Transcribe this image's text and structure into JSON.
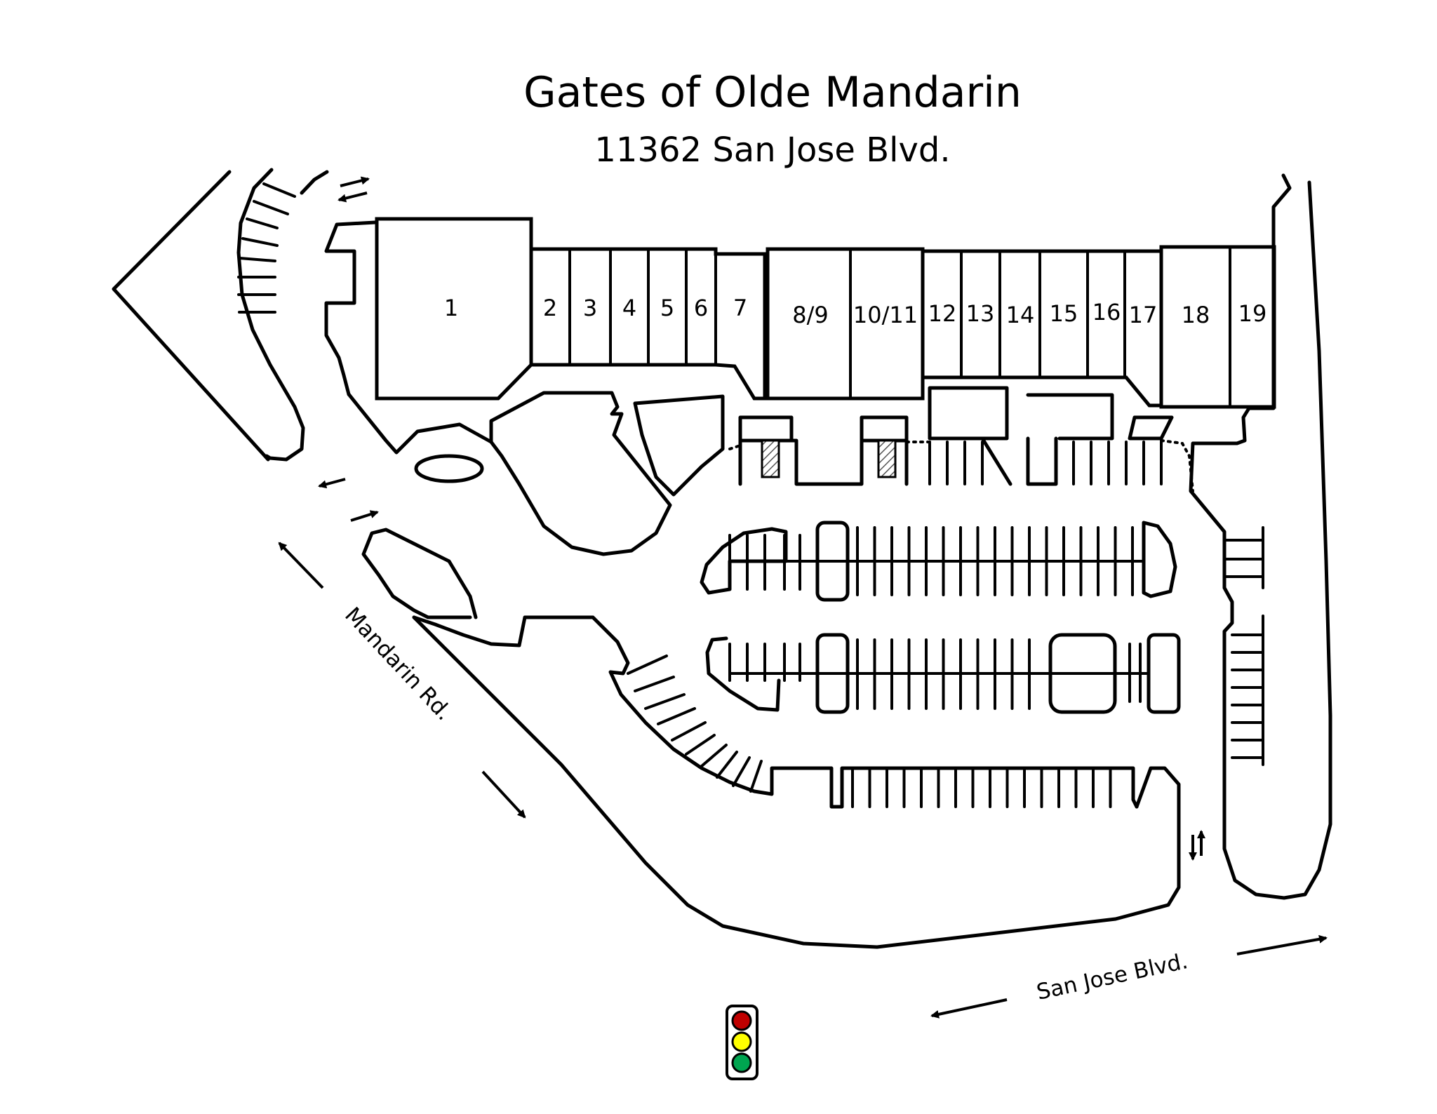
{
  "title": "Gates of Olde Mandarin",
  "address": "11362 San Jose Blvd.",
  "units": [
    {
      "id": "1",
      "label": "1"
    },
    {
      "id": "2",
      "label": "2"
    },
    {
      "id": "3",
      "label": "3"
    },
    {
      "id": "4",
      "label": "4"
    },
    {
      "id": "5",
      "label": "5"
    },
    {
      "id": "6",
      "label": "6"
    },
    {
      "id": "7",
      "label": "7"
    },
    {
      "id": "8-9",
      "label": "8/9"
    },
    {
      "id": "10-11",
      "label": "10/11"
    },
    {
      "id": "12",
      "label": "12"
    },
    {
      "id": "13",
      "label": "13"
    },
    {
      "id": "14",
      "label": "14"
    },
    {
      "id": "15",
      "label": "15"
    },
    {
      "id": "16",
      "label": "16"
    },
    {
      "id": "17",
      "label": "17"
    },
    {
      "id": "18",
      "label": "18"
    },
    {
      "id": "19",
      "label": "19"
    }
  ],
  "roads": {
    "mandarin": "Mandarin Rd.",
    "san_jose": "San Jose Blvd."
  },
  "traffic_light": {
    "colors": [
      "#c00000",
      "#ffff00",
      "#00a550"
    ]
  }
}
